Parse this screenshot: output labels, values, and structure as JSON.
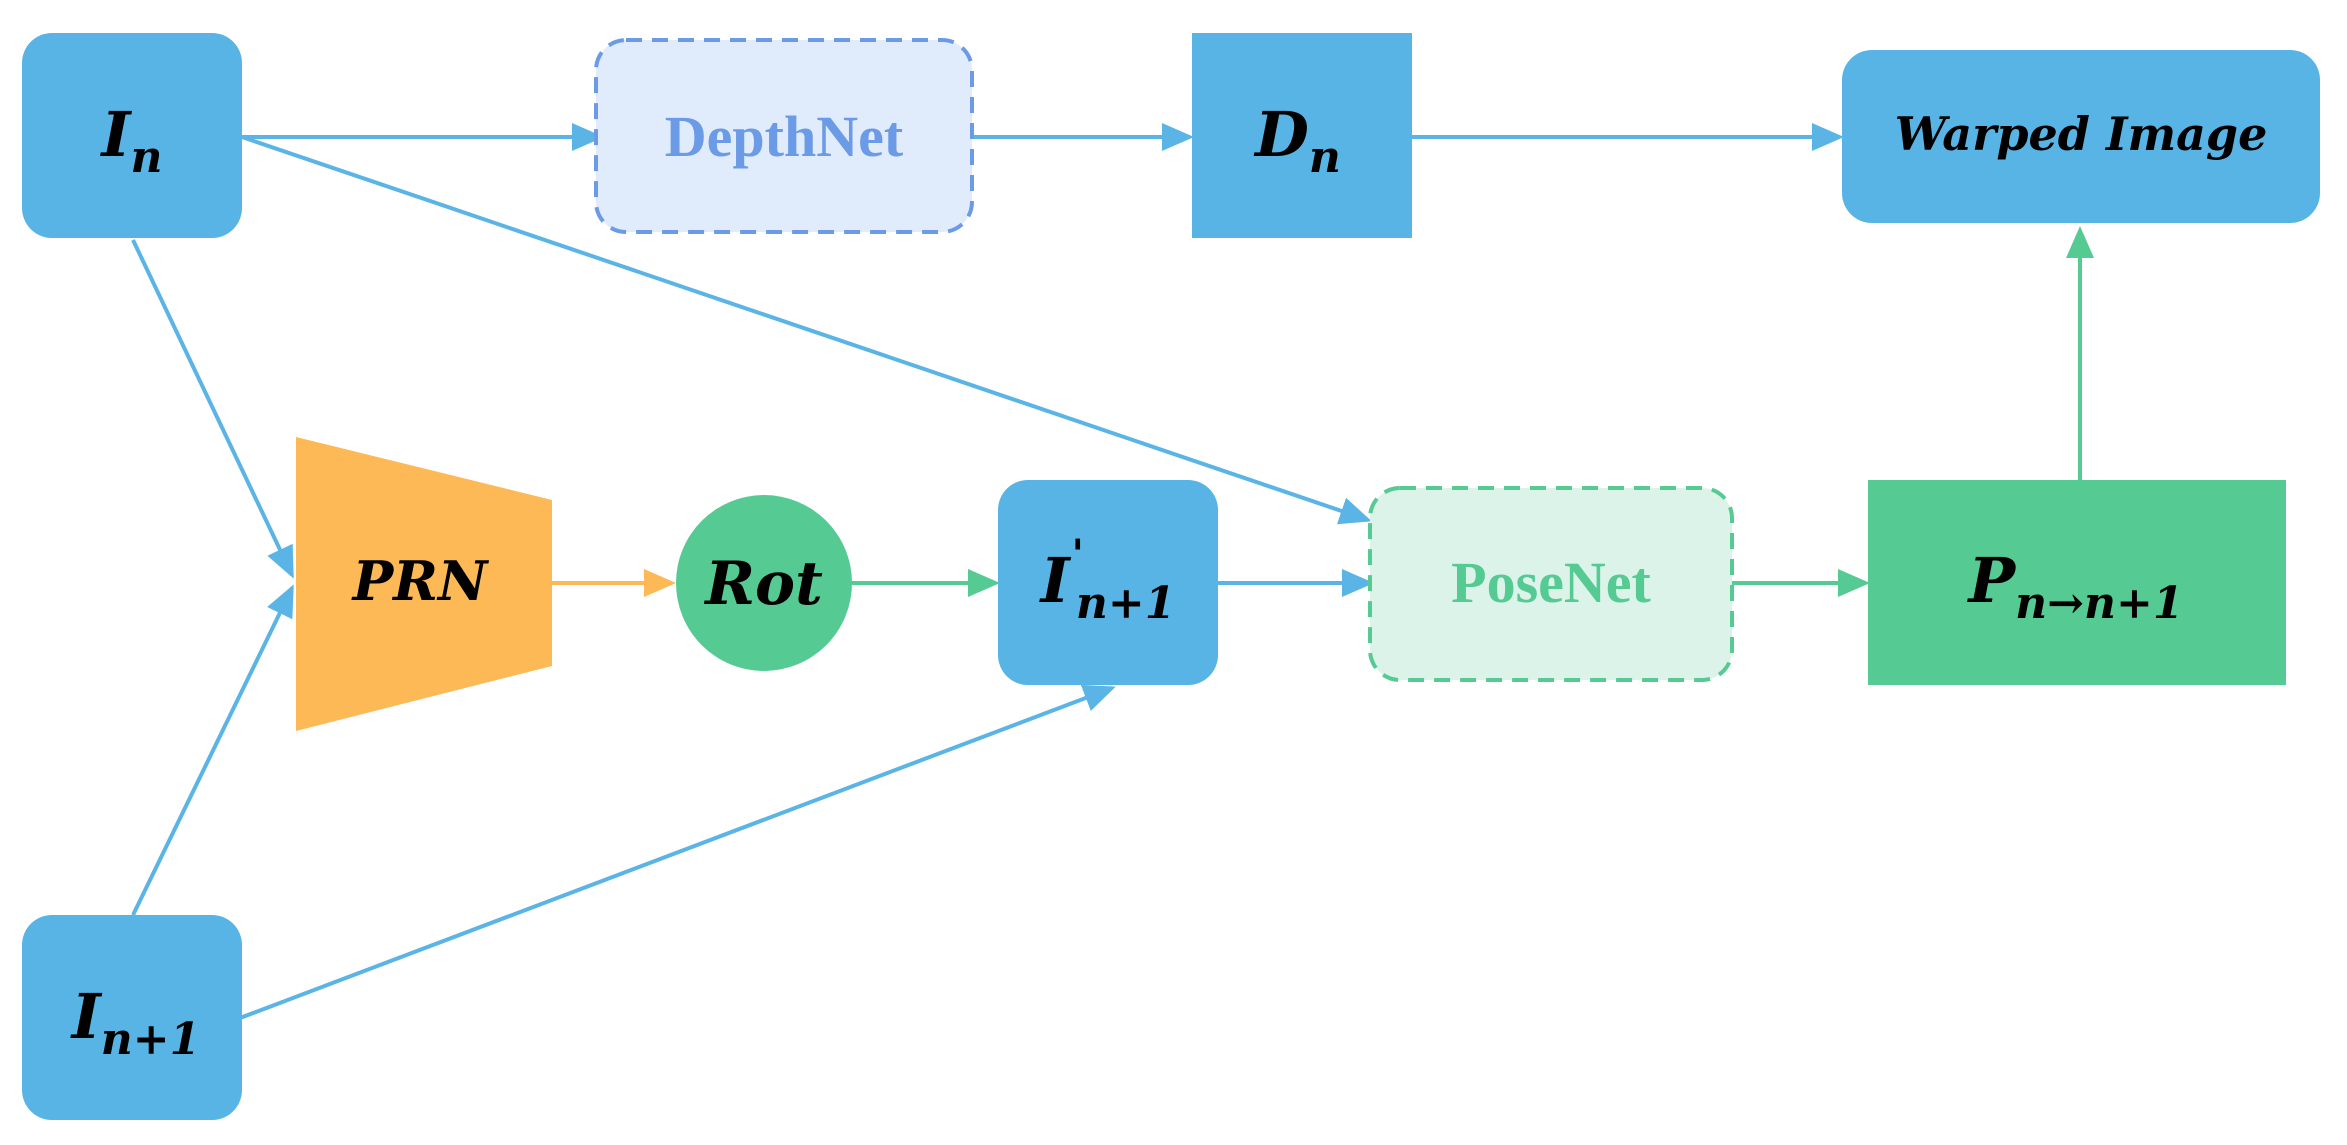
{
  "colors": {
    "blue": "#58b4e4",
    "blue_line": "#5ab4e6",
    "green": "#55ca93",
    "orange": "#fdb956",
    "depthnet_fill": "#e0ebfb",
    "depthnet_border": "#6b9be6",
    "depthnet_text": "#6b9be6",
    "posenet_fill": "#dcf3ea",
    "posenet_border": "#55ca93",
    "posenet_text": "#55ca93"
  },
  "nodes": {
    "in": {
      "main": "I",
      "sub": "n"
    },
    "in1": {
      "main": "I",
      "sub": "n+1"
    },
    "depthnet": {
      "label": "DepthNet"
    },
    "dn": {
      "main": "D",
      "sub": "n"
    },
    "warped": {
      "label": "Warped Image"
    },
    "prn": {
      "label": "PRN"
    },
    "rot": {
      "label": "Rot"
    },
    "iprime": {
      "main": "I",
      "prime": "'",
      "sub": "n+1"
    },
    "posenet": {
      "label": "PoseNet"
    },
    "pose": {
      "main": "P",
      "sub": "n→n+1"
    }
  }
}
